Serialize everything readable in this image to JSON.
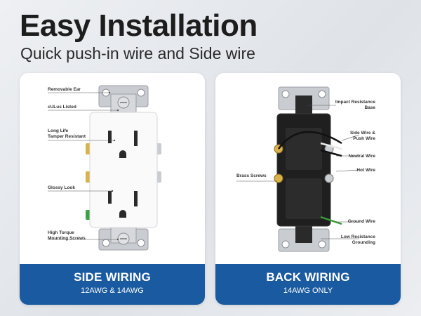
{
  "header": {
    "title": "Easy Installation",
    "subtitle": "Quick push-in wire and Side wire"
  },
  "left_card": {
    "labels": {
      "removable_ear": "Removable Ear",
      "culus": "cULus Listed",
      "tamper": "Long Life\nTamper Resistant",
      "glossy": "Glossy Look",
      "screws": "High Torque\nMounting Screws"
    },
    "banner_title": "SIDE WIRING",
    "banner_sub": "12AWG & 14AWG"
  },
  "right_card": {
    "labels": {
      "impact": "Impact Resistance\nBase",
      "side_push": "Side Wire &\nPush Wire",
      "neutral": "Neutral Wire",
      "hot": "Hot Wire",
      "brass": "Brass Screws",
      "ground": "Ground Wire",
      "grounding": "Low Resistance\nGrounding"
    },
    "banner_title": "BACK WIRING",
    "banner_sub": "14AWG ONLY"
  },
  "colors": {
    "banner": "#1a5aa0",
    "title": "#1d1d1d",
    "wire_ground": "#3a9a3a"
  }
}
